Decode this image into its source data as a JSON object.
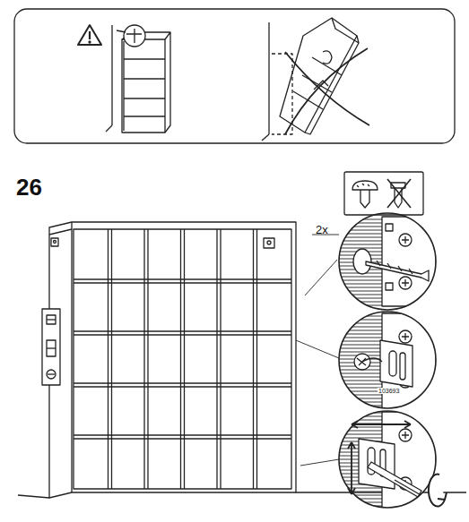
{
  "diagram": {
    "labels": [
      "26",
      "2x",
      "103693"
    ]
  }
}
